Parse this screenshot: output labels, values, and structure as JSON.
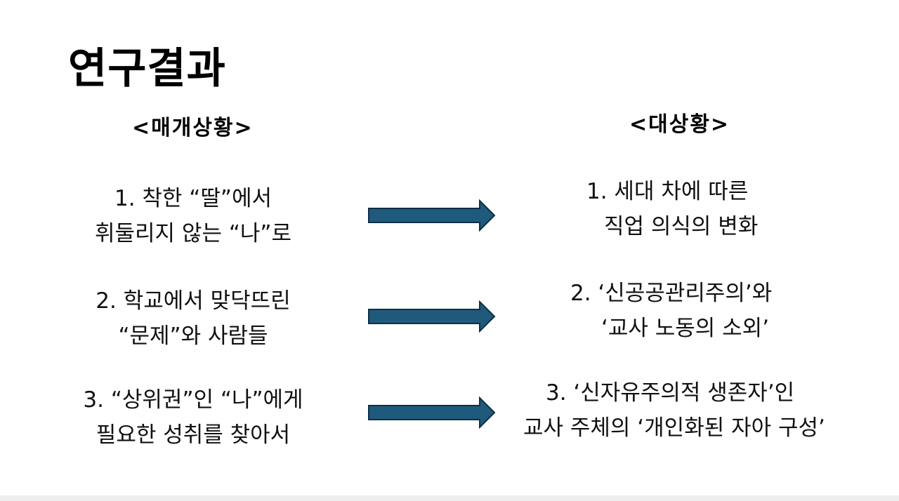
{
  "title": "연구결과",
  "headings": {
    "left": "<매개상황>",
    "right": "<대상황>"
  },
  "left_items": [
    {
      "line1": "1.  착한 “딸”에서",
      "line2": "휘둘리지 않는 “나”로"
    },
    {
      "line1": "2. 학교에서 맞닥뜨린",
      "line2": "“문제”와 사람들"
    },
    {
      "line1": "3. “상위권”인 “나”에게",
      "line2": "필요한 성취를 찾아서"
    }
  ],
  "right_items": [
    {
      "line1": "1.  세대 차에 따른",
      "line2": "직업 의식의 변화"
    },
    {
      "line1": "2. ‘신공공관리주의’와",
      "line2": "‘교사 노동의 소외’"
    },
    {
      "line1": "3. ‘신자유주의적 생존자’인",
      "line2": "교사 주체의 ‘개인화된 자아 구성’"
    }
  ],
  "colors": {
    "arrow_fill": "#1f5a7c",
    "arrow_stroke": "#0e2f44",
    "text": "#111111"
  },
  "icons": {
    "arrow": "right-arrow-icon"
  }
}
